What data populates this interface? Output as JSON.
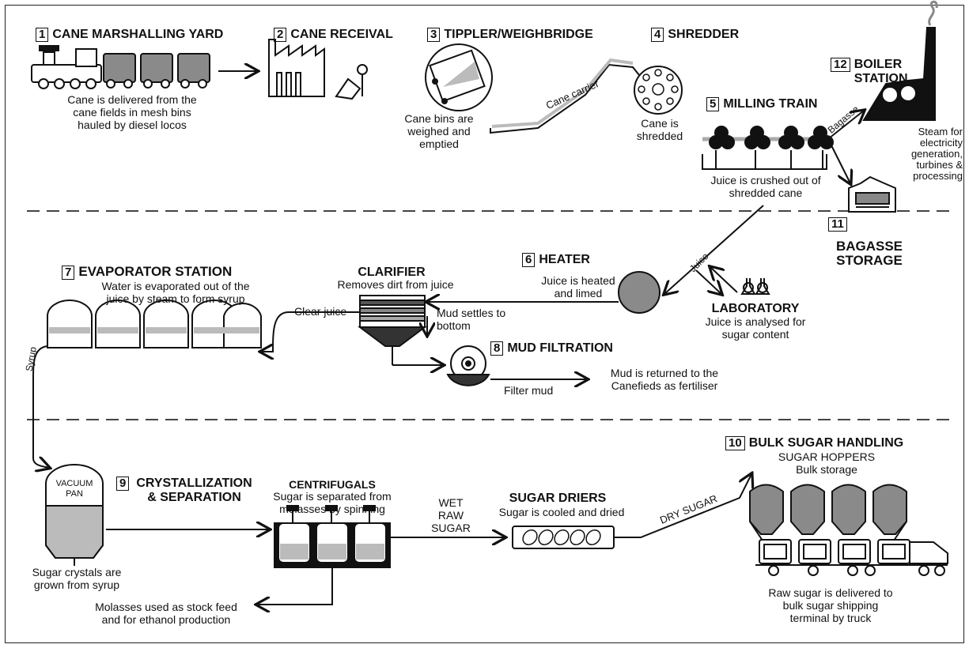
{
  "steps": {
    "s1": {
      "num": "1",
      "title": "CANE MARSHALLING YARD",
      "desc": "Cane is delivered from the\ncane fields in mesh bins\nhauled by diesel locos"
    },
    "s2": {
      "num": "2",
      "title": "CANE RECEIVAL"
    },
    "s3": {
      "num": "3",
      "title": "TIPPLER/WEIGHBRIDGE",
      "desc": "Cane bins are\nweighed and\nemptied"
    },
    "s4": {
      "num": "4",
      "title": "SHREDDER",
      "desc": "Cane is\nshredded"
    },
    "s5": {
      "num": "5",
      "title": "MILLING TRAIN",
      "desc": "Juice is crushed out of\nshredded cane"
    },
    "s6": {
      "num": "6",
      "title": "HEATER",
      "desc": "Juice is heated\nand limed"
    },
    "s7": {
      "num": "7",
      "title": "EVAPORATOR STATION",
      "desc": "Water is evaporated out of the\njuice by steam to form syrup"
    },
    "s8": {
      "num": "8",
      "title": "MUD FILTRATION"
    },
    "s9": {
      "num": "9",
      "title": "CRYSTALLIZATION\n& SEPARATION",
      "desc": "Sugar crystals are\ngrown from syrup"
    },
    "s10": {
      "num": "10",
      "title": "BULK SUGAR HANDLING",
      "sub": "SUGAR HOPPERS",
      "sub2": "Bulk storage",
      "desc": "Raw sugar is delivered to\nbulk sugar shipping\nterminal by truck"
    },
    "s11": {
      "num": "11",
      "title": "BAGASSE\nSTORAGE"
    },
    "s12": {
      "num": "12",
      "title": "BOILER\nSTATION",
      "desc": "Steam for\nelectricity\ngeneration,\nturbines &\nprocessing"
    }
  },
  "clarifier": {
    "title": "CLARIFIER",
    "desc": "Removes dirt from juice"
  },
  "laboratory": {
    "title": "LABORATORY",
    "desc": "Juice is analysed for\nsugar content"
  },
  "centrifugals": {
    "title": "CENTRIFUGALS",
    "desc": "Sugar is separated from\nmolasses by spinning"
  },
  "driers": {
    "title": "SUGAR DRIERS",
    "desc": "Sugar is cooled and dried"
  },
  "labels": {
    "cane_carrier": "Cane carrier",
    "bagasse": "Bagasse",
    "juice": "Juice",
    "clear_juice": "Clear juice",
    "mud_settles": "Mud settles to\nbottom",
    "filter_mud": "Filter mud",
    "mud_returned": "Mud is returned to the\nCanefieds as fertiliser",
    "syrup": "Syrup",
    "vacuum_pan": "VACUUM\nPAN",
    "wet_raw_sugar": "WET\nRAW\nSUGAR",
    "dry_sugar": "DRY SUGAR",
    "molasses": "Molasses used as stock feed\nand for ethanol production"
  }
}
